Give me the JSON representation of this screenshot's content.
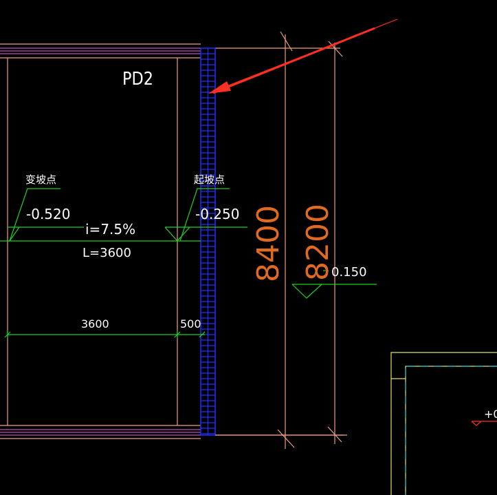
{
  "drawing": {
    "label_pd2": "PD2",
    "slope_change_point": "变坡点",
    "slope_start_point": "起坡点",
    "elevation_left": "-0.520",
    "elevation_right": "-0.250",
    "elevation_far": "0.150",
    "elevation_partial": "+0",
    "slope": "i=7.5%",
    "length": "L=3600",
    "dim_3600": "3600",
    "dim_500": "500",
    "dim_8400": "8400",
    "dim_8200": "8200"
  },
  "colors": {
    "background": "#000000",
    "wall_outline": "#f0a080",
    "magenta_lines": "#c050c0",
    "blue_hatch": "#2030ff",
    "green_annotation": "#20d020",
    "orange_dim": "#e06a20",
    "yellow_wall": "#e8e060",
    "cyan_dashed": "#20c0d0",
    "red_arrow": "#ff3020"
  }
}
